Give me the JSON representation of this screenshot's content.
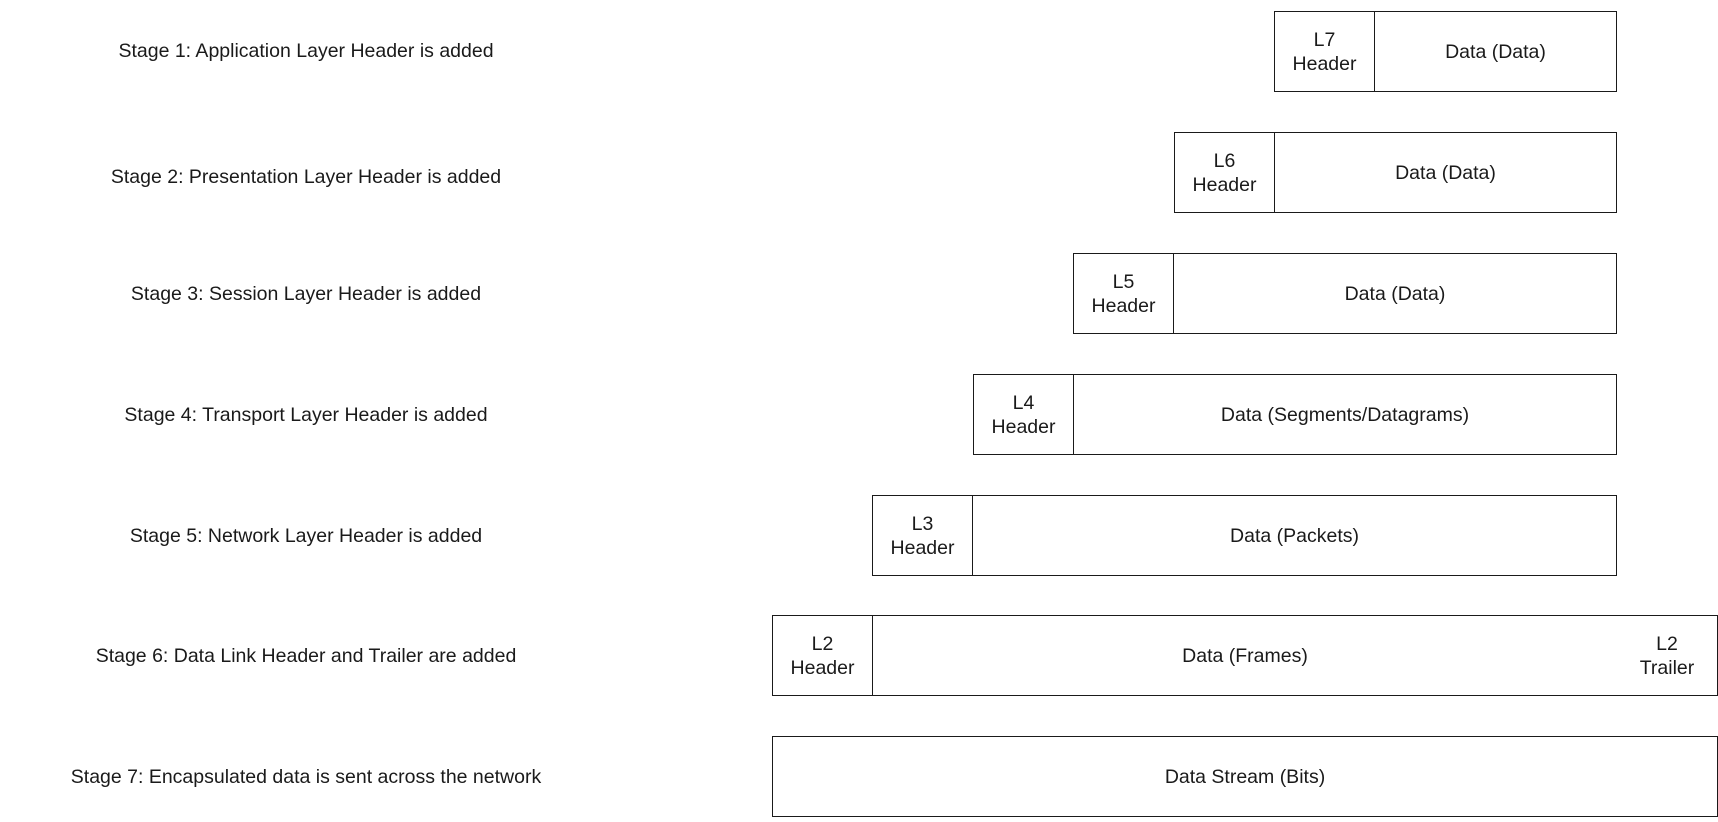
{
  "stages": [
    {
      "label": "Stage 1: Application Layer Header is added",
      "header": "L7\nHeader",
      "data": "Data (Data)"
    },
    {
      "label": "Stage 2: Presentation Layer Header is added",
      "header": "L6\nHeader",
      "data": "Data (Data)"
    },
    {
      "label": "Stage 3: Session Layer Header is added",
      "header": "L5\nHeader",
      "data": "Data (Data)"
    },
    {
      "label": "Stage 4: Transport Layer Header is added",
      "header": "L4\nHeader",
      "data": "Data (Segments/Datagrams)"
    },
    {
      "label": "Stage 5: Network Layer Header is added",
      "header": "L3\nHeader",
      "data": "Data (Packets)"
    },
    {
      "label": "Stage 6: Data Link Header and Trailer are added",
      "header": "L2\nHeader",
      "data": "Data (Frames)",
      "trailer": "L2\nTrailer"
    },
    {
      "label": "Stage 7: Encapsulated data is sent across the network",
      "data": "Data Stream (Bits)"
    }
  ]
}
